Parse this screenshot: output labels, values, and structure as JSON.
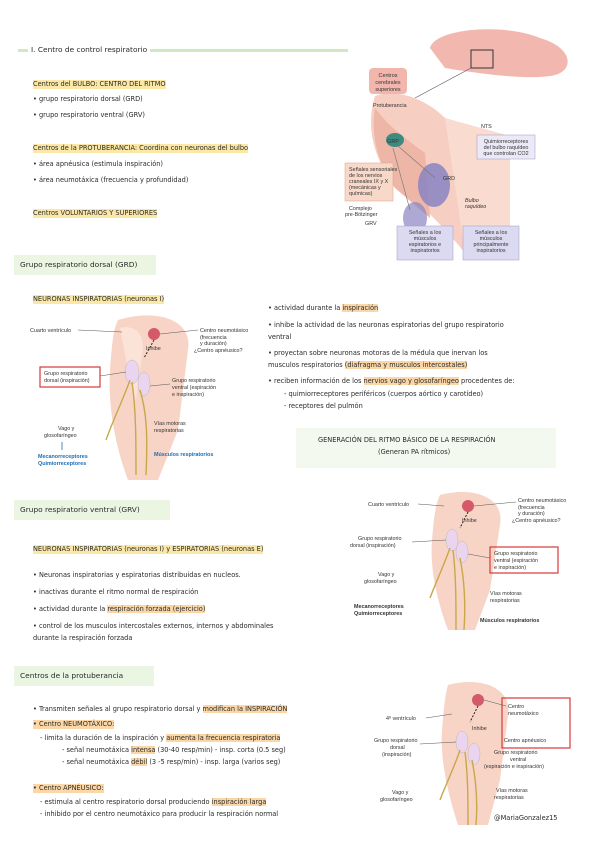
{
  "s1": {
    "title": "I. Centro de control respiratorio",
    "bulbo_head": "Centros del BULBO: CENTRO DEL RITMO",
    "bulbo_items": [
      "grupo respiratorio dorsal (GRD)",
      "grupo respiratorio ventral (GRV)"
    ],
    "prot_head": "Centros de la PROTUBERANCIA: Coordina con neuronas del bulbo",
    "prot_items": [
      "área apnéusica (estimula inspiración)",
      "área neumotáxica (frecuencia y profundidad)"
    ],
    "vol_head": "Centros VOLUNTARIOS Y SUPERIORES"
  },
  "fig1": {
    "centros_cerebrales": "Centros cerebrales superiores",
    "protuberancia": "Protuberancia",
    "grp": "GRP",
    "nts": "NTS",
    "quimio": "Quimiorreceptores del bulbo raquídeo que controlan CO2",
    "senales_sens": "Señales sensoriales de los nervios craneales IX y X (mecánicas y químicas)",
    "grd": "GRD",
    "bulbo": "Bulbo raquídeo",
    "pre_botz": "Complejo pre-Bötzinger",
    "grv": "GRV",
    "box_insp": "Señales a los músculos espiratorios e inspiratorios",
    "box_esp": "Señales a los músculos principalmente inspiratorios"
  },
  "s2": {
    "bar": "Grupo respiratorio dorsal (GRD)",
    "head": "NEURONAS INSPIRATORIAS (neuronas I)",
    "b1_pre": "actividad durante la ",
    "b1_hl": "inspiración",
    "b2": "inhibe la actividad de las neuronas espiratorias del grupo respiratorio",
    "b2b": "ventral",
    "b3": "proyectan sobre neuronas motoras de la médula que inervan los",
    "b3b_pre": "musculos respiratorios ",
    "b3b_hl": "(diafragma y musculos intercostales)",
    "b4_pre": "reciben información de los ",
    "b4_hl": "nervios vago y glosofaríngeo",
    "b4_post": " procedentes de:",
    "sub1": "quimiorreceptores periféricos (cuerpos aórtico y carotídeo)",
    "sub2": "receptores del pulmón",
    "gen_title": "GENERACIÓN DEL RITMO BÁSICO DE LA RESPIRACIÓN",
    "gen_sub": "(Generan PA rítmicos)"
  },
  "fig2": {
    "cuarto": "Cuarto ventrículo",
    "centro_neumo": "Centro neumotáxico",
    "frec": "(frecuencia",
    "dur": "y duración)",
    "apneu": "¿Centro apnéusico?",
    "inhibe": "Inhibe",
    "grd_box1": "Grupo respiratorio",
    "grd_box2": "dorsal (inspiración)",
    "grv1": "Grupo respiratorio",
    "grv2": "ventral (espiración",
    "grv3": "e inspiración)",
    "vago1": "Vago y",
    "vago2": "glosofaríngeo",
    "vias1": "Vías motoras",
    "vias2": "respiratorias",
    "musc": "Músculos respiratorios",
    "meca": "Mecanorreceptores",
    "quim": "Quimiorreceptores"
  },
  "s3": {
    "bar": "Grupo respiratorio ventral (GRV)",
    "head": "NEURONAS INSPIRATORIAS (neuronas I) y ESPIRATORIAS (neuronas E)",
    "b1": "Neuronas inspiratorias y espiratorias distribuidas en nucleos.",
    "b2": "inactivas durante el ritmo normal de respiración",
    "b3_pre": "actividad durante la ",
    "b3_hl": "respiración forzada (ejercicio)",
    "b4": "control de los musculos intercostales externos, internos y abdominales",
    "b4b": "durante la respiración forzada"
  },
  "fig3": {
    "cuarto": "Cuarto ventrículo",
    "centro_neumo": "Centro neumotáxico",
    "frec": "(frecuencia",
    "dur": "y duración)",
    "apneu": "¿Centro apnéusico?",
    "inhibe": "Inhibe",
    "grd1": "Grupo respiratorio",
    "grd2": "dorsal (inspiración)",
    "grv1": "Grupo respiratorio",
    "grv2": "ventral (espiración",
    "grv3": "e inspiración)",
    "vago1": "Vago y",
    "vago2": "glosofaríngeo",
    "vias1": "Vías motoras",
    "vias2": "respiratorias",
    "musc": "Músculos respiratorios",
    "meca": "Mecanorreceptores",
    "quim": "Quimiorreceptores"
  },
  "s4": {
    "bar": "Centros de la protuberancia",
    "b1_pre": "Transmiten señales al grupo respiratorio dorsal y ",
    "b1_hl": "modifican la INSPIRACIÓN",
    "b2": "Centro NEUMOTÁXICO:",
    "d1_pre": "limita la duración de la inspiración y ",
    "d1_hl": "aumenta la frecuencia respiratoria",
    "d2_pre": "señal neumotáxica ",
    "d2_hl": "intensa",
    "d2_post": " (30-40 resp/min) - insp. corta (0.5 seg)",
    "d3_pre": "señal neumotáxica ",
    "d3_hl": "débil",
    "d3_post": " (3 -5 resp/min) - insp. larga (varios seg)",
    "b3": "Centro APNÉUSICO:",
    "e1_pre": "estimula al centro respiratorio dorsal produciendo ",
    "e1_hl": "inspiración larga",
    "e2": "inhibido por el centro neumotáxico para producir la respiración normal"
  },
  "fig4": {
    "cuarto": "4º ventrículo",
    "centro_neumo1": "Centro",
    "centro_neumo2": "neumotáxico",
    "inhibe": "Inhibe",
    "apneu": "Centro apnéusico",
    "grd1": "Grupo respiratorio",
    "grd2": "dorsal",
    "grd3": "(inspiración)",
    "grv1": "Grupo respiratorio",
    "grv2": "ventral",
    "grv3": "(espiración e inspiración)",
    "vago1": "Vago y",
    "vago2": "glosofaríngeo",
    "vias1": "Vías motoras",
    "vias2": "respiratorias"
  },
  "signature": "@MariaGonzalez15",
  "colors": {
    "highlight_yellow": "#fbe8a6",
    "highlight_orange": "#fbd7a8",
    "section_green": "#eaf6e2",
    "red_box": "#d63a3a",
    "blue_label": "#1a6fb5"
  }
}
